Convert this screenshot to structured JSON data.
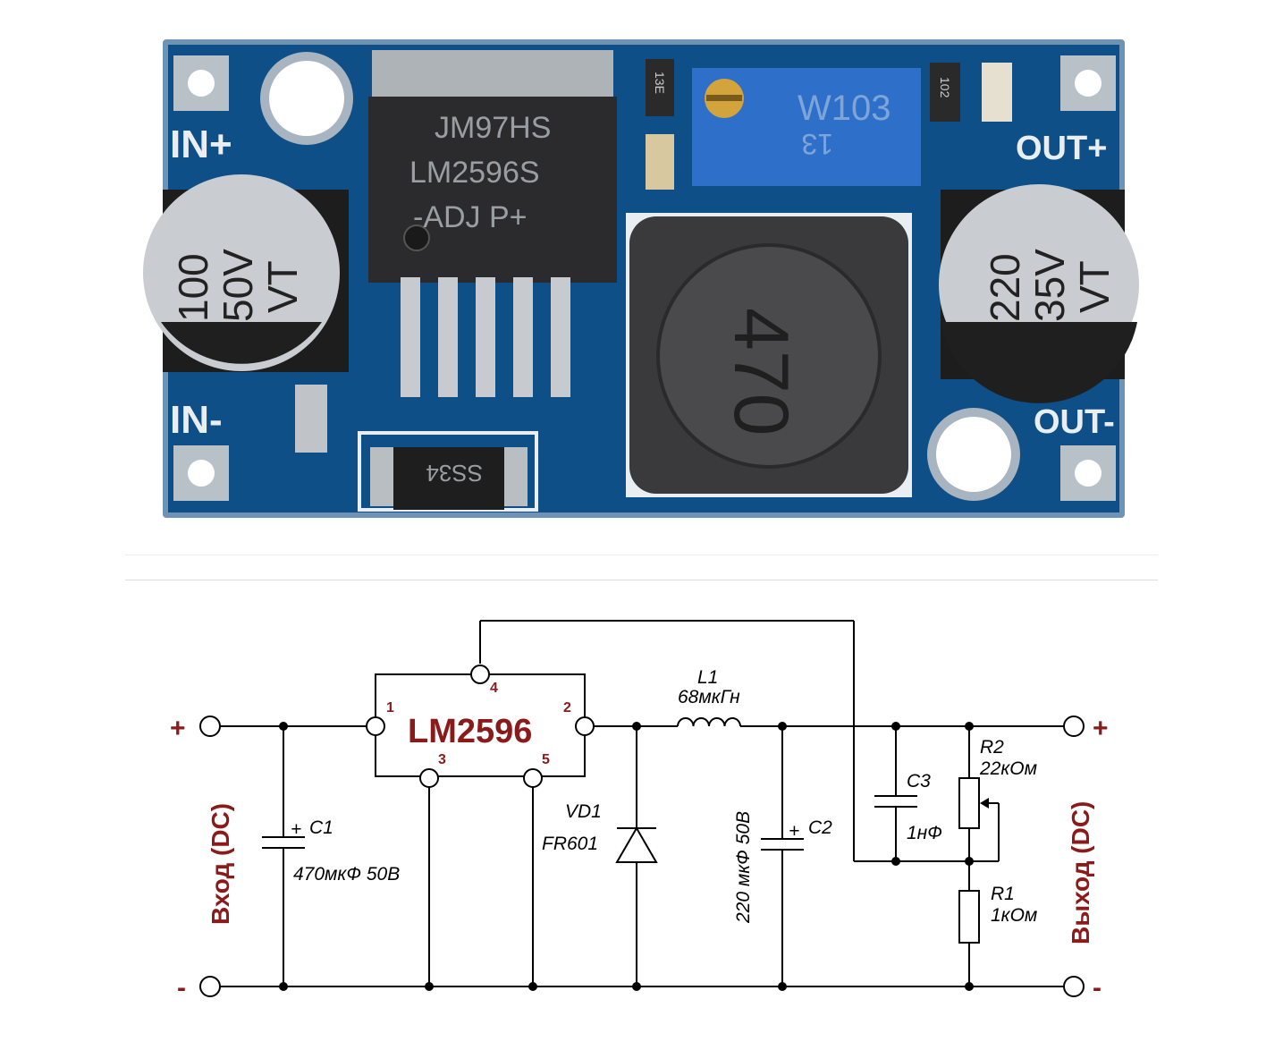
{
  "board": {
    "silkscreen": {
      "in_plus": "IN+",
      "in_minus": "IN-",
      "out_plus": "OUT+",
      "out_minus": "OUT-"
    },
    "regulator_ic": {
      "line1": "JM97HS",
      "line2": "LM2596S",
      "line3": "-ADJ  P+"
    },
    "input_capacitor": {
      "line1": "100",
      "line2": "50V",
      "line3": "VT"
    },
    "output_capacitor": {
      "line1": "220",
      "line2": "35V",
      "line3": "VT"
    },
    "inductor_marking": "470",
    "potentiometer_marking": {
      "line1": "W103",
      "line2": "13"
    },
    "diode_marking": "SS34",
    "resistor_marking_1": "13E",
    "resistor_marking_2": "102",
    "colors": {
      "pcb": "#0d4f86",
      "pcb_edge": "#6f93b5",
      "silkscreen": "#e9eef3",
      "pad": "#c7cbd0"
    }
  },
  "schematic": {
    "ic_label": "LM2596",
    "pins": {
      "p1": "1",
      "p2": "2",
      "p3": "3",
      "p4": "4",
      "p5": "5"
    },
    "terminal_plus_left": "+",
    "terminal_minus_left": "-",
    "terminal_plus_right": "+",
    "terminal_minus_right": "-",
    "input_label": "Вход (DC)",
    "output_label": "Выход (DC)",
    "l1": {
      "name": "L1",
      "value": "68мкГн"
    },
    "c1": {
      "name": "C1",
      "value": "470мкФ 50В",
      "polarity": "+"
    },
    "c2": {
      "name": "C2",
      "value": "220 мкФ 50В",
      "polarity": "+"
    },
    "c3": {
      "name": "C3",
      "value": "1нФ"
    },
    "vd1": {
      "name": "VD1",
      "value": "FR601"
    },
    "r1": {
      "name": "R1",
      "value": "1кОм"
    },
    "r2": {
      "name": "R2",
      "value": "22кОм"
    },
    "colors": {
      "accent": "#8b1a1a",
      "wire": "#000000"
    }
  }
}
